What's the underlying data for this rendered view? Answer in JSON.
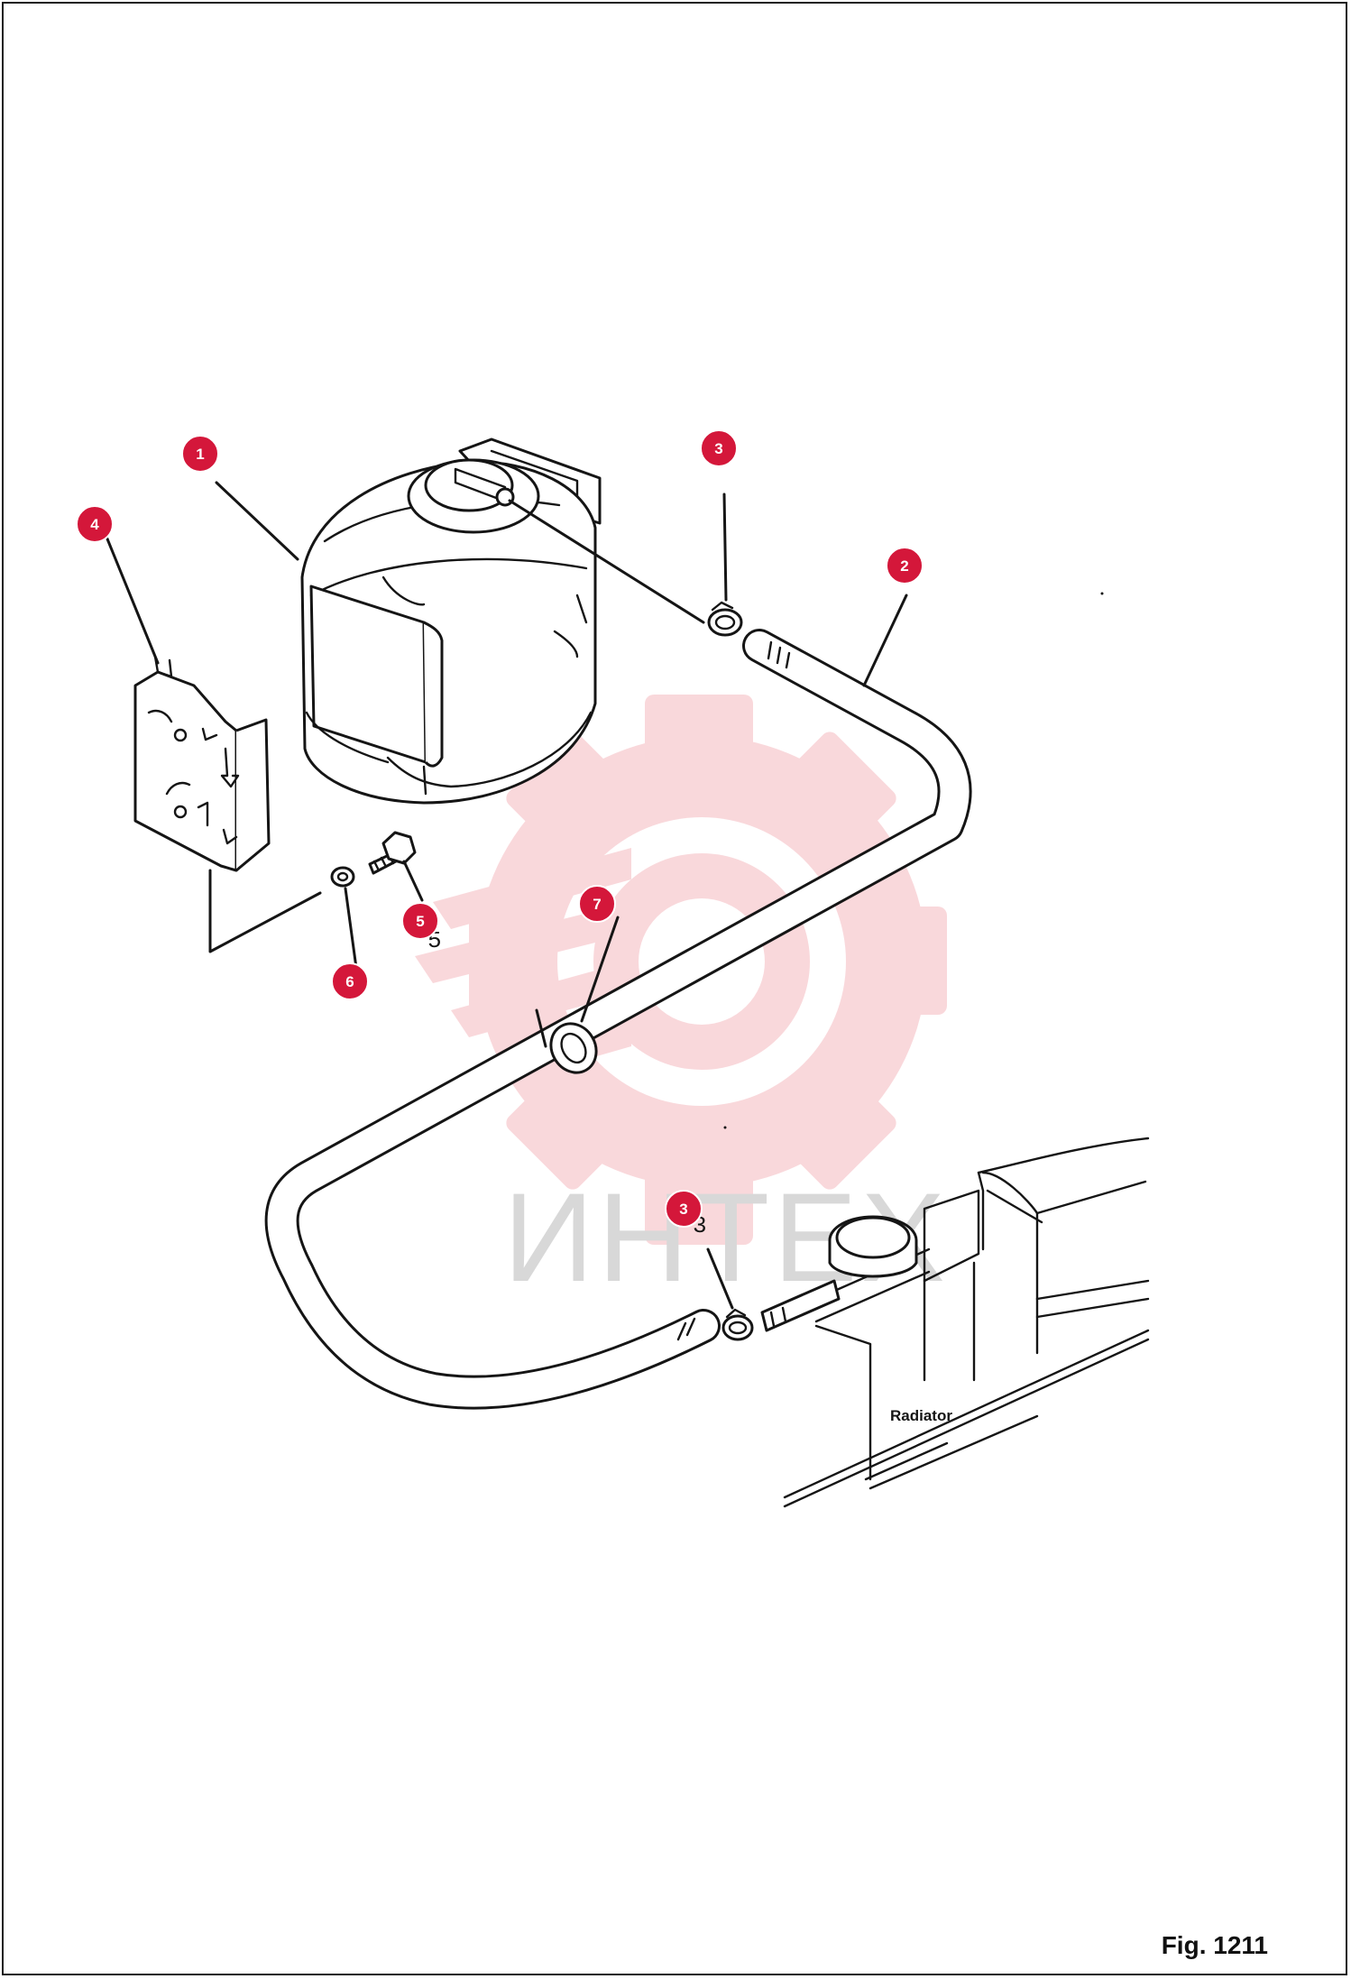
{
  "figure": {
    "caption": "Fig. 1211",
    "radiator_label": "Radiator",
    "watermark": "ИНТЕХ"
  },
  "colors": {
    "callout": "#d4173a",
    "watermark_gear": "#f5b9bf",
    "watermark_text": "#d8d8d8",
    "ink": "#151515"
  },
  "callouts": [
    {
      "id": "1",
      "label": "1"
    },
    {
      "id": "2",
      "label": "2"
    },
    {
      "id": "3a",
      "label": "3"
    },
    {
      "id": "3b",
      "label": "3"
    },
    {
      "id": "4",
      "label": "4"
    },
    {
      "id": "5",
      "label": "5"
    },
    {
      "id": "6",
      "label": "6"
    },
    {
      "id": "7",
      "label": "7"
    }
  ],
  "printed_numbers": [
    "5",
    "3"
  ]
}
